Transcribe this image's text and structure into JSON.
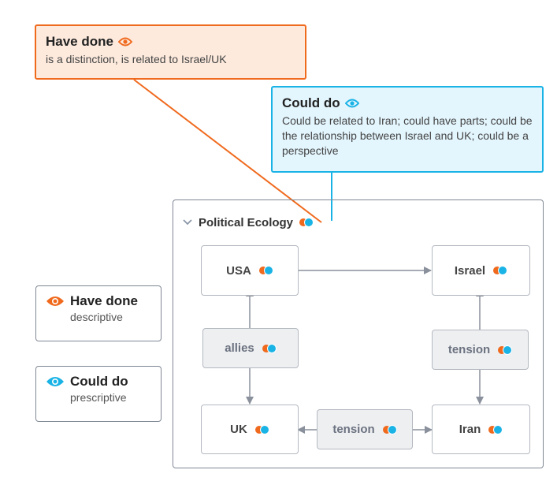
{
  "colors": {
    "have_done": "#f06a1e",
    "could_do": "#1ab3e6"
  },
  "callouts": {
    "have_done": {
      "title": "Have done",
      "icon": "eye-icon",
      "body": "is a distinction, is related to Israel/UK"
    },
    "could_do": {
      "title": "Could do",
      "icon": "eye-icon",
      "body": "Could be related to Iran; could have parts; could be the relationship between Israel and UK; could be a perspective"
    }
  },
  "frame": {
    "title": "Political Ecology",
    "collapse_icon": "chevron-down-icon"
  },
  "nodes": {
    "usa": "USA",
    "israel": "Israel",
    "uk": "UK",
    "iran": "Iran"
  },
  "relations": {
    "allies": "allies",
    "tension_israel_iran": "tension",
    "tension_uk_iran": "tension"
  },
  "legend": {
    "have_done": {
      "title": "Have done",
      "subtitle": "descriptive"
    },
    "could_do": {
      "title": "Could do",
      "subtitle": "prescriptive"
    }
  }
}
